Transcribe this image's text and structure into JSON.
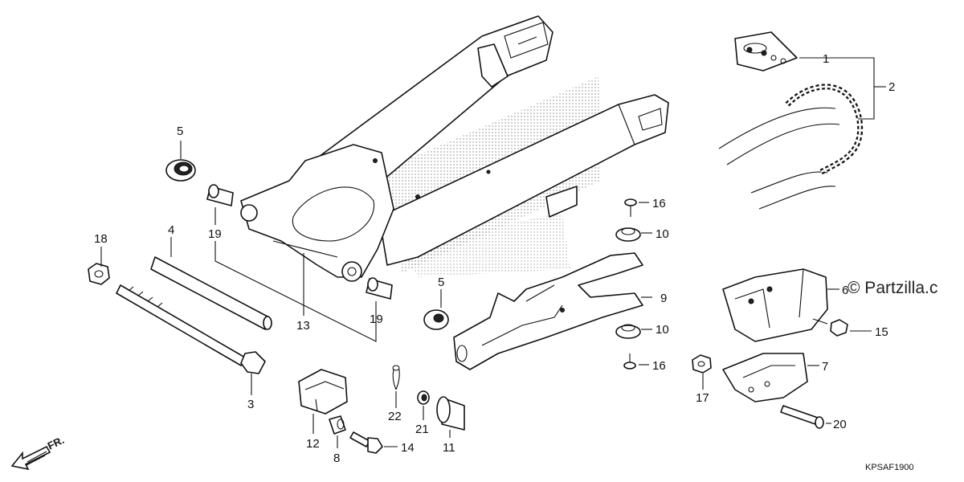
{
  "labels": {
    "p1": "1",
    "p2": "2",
    "p3": "3",
    "p4": "4",
    "p5a": "5",
    "p5b": "5",
    "p6": "6",
    "p7": "7",
    "p8": "8",
    "p9": "9",
    "p10a": "10",
    "p10b": "10",
    "p11": "11",
    "p12": "12",
    "p13": "13",
    "p14": "14",
    "p15": "15",
    "p16a": "16",
    "p16b": "16",
    "p17": "17",
    "p18": "18",
    "p19a": "19",
    "p19b": "19",
    "p20": "20",
    "p21": "21",
    "p22": "22"
  },
  "watermark": "© Partzilla.c",
  "diagram_code": "KPSAF1900",
  "front_indicator": "FR."
}
